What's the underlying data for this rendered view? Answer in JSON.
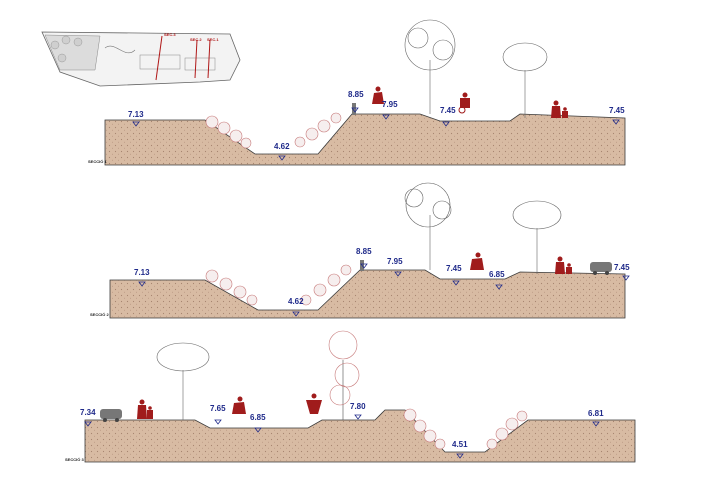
{
  "colors": {
    "soil_fill": "#d8bba3",
    "soil_dots": "#a88570",
    "outline": "#3a3a3a",
    "elevation_text": "#1f2a8a",
    "figures": "#a01c1c",
    "key_lines": "#b01818",
    "shrub": "#c77a7a"
  },
  "key_plan": {
    "sections": [
      "SEC.3",
      "SEC.2",
      "SEC.1"
    ]
  },
  "sections": [
    {
      "label": "SECCIÓ 1",
      "elevations": [
        "7.13",
        "4.62",
        "8.85",
        "7.95",
        "7.45",
        "7.45"
      ]
    },
    {
      "label": "SECCIÓ 2",
      "elevations": [
        "7.13",
        "4.62",
        "8.85",
        "7.95",
        "7.45",
        "6.85",
        "7.45"
      ]
    },
    {
      "label": "SECCIÓ 3",
      "elevations": [
        "7.34",
        "7.65",
        "6.85",
        "7.80",
        "4.51",
        "6.81"
      ]
    }
  ]
}
